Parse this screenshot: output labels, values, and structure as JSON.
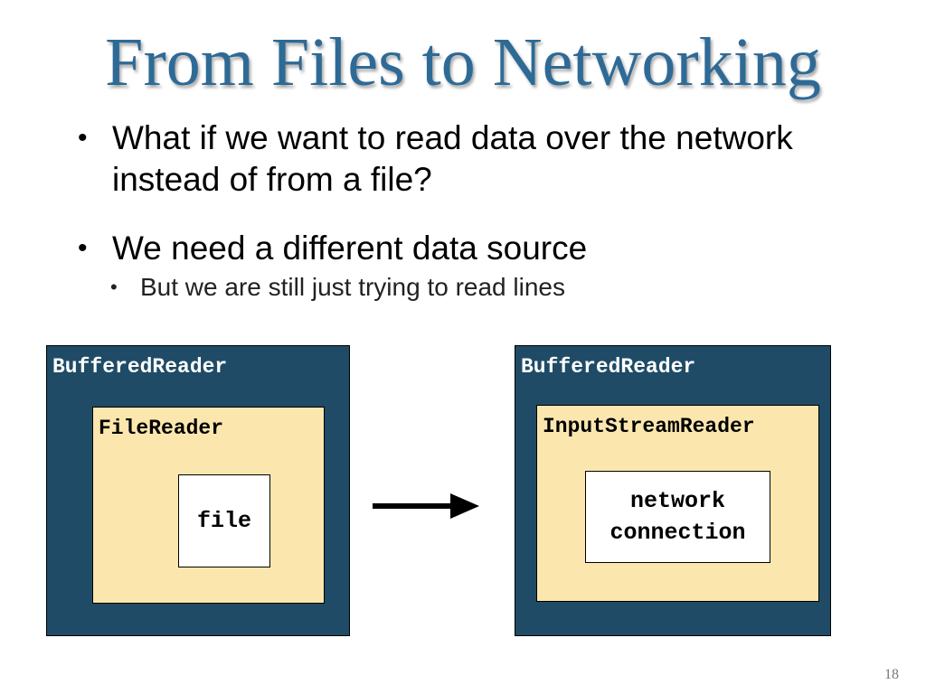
{
  "slide": {
    "title": "From Files to Networking",
    "bullets": [
      {
        "text": "What if we want to read data over the network instead of from a file?"
      },
      {
        "text": "We need a different data source",
        "sub": "But we are still just trying to read lines"
      }
    ],
    "page_number": "18"
  },
  "diagram": {
    "left": {
      "outer": "BufferedReader",
      "inner": "FileReader",
      "core": "file"
    },
    "right": {
      "outer": "BufferedReader",
      "inner": "InputStreamReader",
      "core_line1": "network",
      "core_line2": "connection"
    },
    "arrow": "right-arrow-icon",
    "colors": {
      "title": "#2e6a96",
      "outer_fill": "#1f4b66",
      "inner_fill": "#fbe7ae",
      "core_fill": "#ffffff"
    }
  }
}
